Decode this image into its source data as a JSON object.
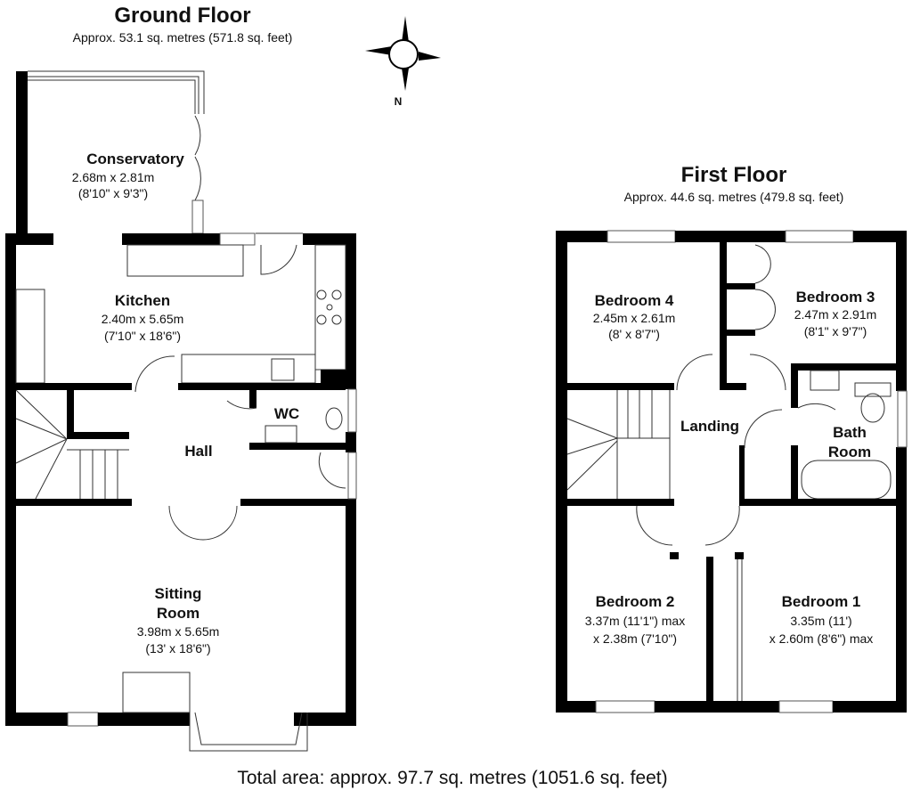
{
  "ground_floor": {
    "title": "Ground Floor",
    "area": "Approx. 53.1 sq. metres (571.8 sq. feet)",
    "rooms": [
      {
        "name": "Conservatory",
        "dim_m": "2.68m x 2.81m",
        "dim_ft": "(8'10\" x 9'3\")"
      },
      {
        "name": "Kitchen",
        "dim_m": "2.40m x 5.65m",
        "dim_ft": "(7'10\" x 18'6\")"
      },
      {
        "name": "WC"
      },
      {
        "name": "Hall"
      },
      {
        "name_line1": "Sitting",
        "name_line2": "Room",
        "dim_m": "3.98m x 5.65m",
        "dim_ft": "(13' x 18'6\")"
      }
    ]
  },
  "first_floor": {
    "title": "First Floor",
    "area": "Approx. 44.6 sq. metres (479.8 sq. feet)",
    "rooms": [
      {
        "name": "Bedroom 4",
        "dim_m": "2.45m x 2.61m",
        "dim_ft": "(8' x 8'7\")"
      },
      {
        "name": "Bedroom 3",
        "dim_m": "2.47m x 2.91m",
        "dim_ft": "(8'1\" x 9'7\")"
      },
      {
        "name": "Landing"
      },
      {
        "name_line1": "Bath",
        "name_line2": "Room"
      },
      {
        "name": "Bedroom 2",
        "dim_line1": "3.37m (11'1\") max",
        "dim_line2": "x 2.38m (7'10\")"
      },
      {
        "name": "Bedroom 1",
        "dim_line1": "3.35m (11')",
        "dim_line2": "x 2.60m (8'6\") max"
      }
    ]
  },
  "compass": {
    "label": "N"
  },
  "total_area": "Total area: approx. 97.7 sq. metres (1051.6 sq. feet)"
}
